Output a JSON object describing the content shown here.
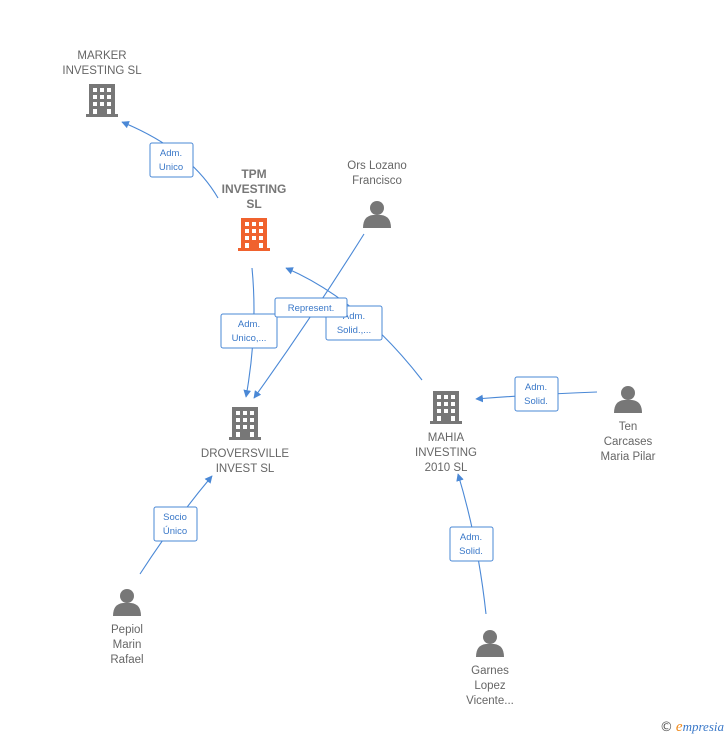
{
  "colors": {
    "edge": "#4a88d6",
    "company": "#777777",
    "company_main": "#f0622e",
    "person": "#777777"
  },
  "nodes": {
    "marker": {
      "type": "company",
      "lines": [
        "MARKER",
        "INVESTING  SL"
      ]
    },
    "tpm": {
      "type": "company-main",
      "lines": [
        "TPM",
        "INVESTING",
        "SL"
      ]
    },
    "ors": {
      "type": "person",
      "lines": [
        "Ors Lozano",
        "Francisco"
      ]
    },
    "droversville": {
      "type": "company",
      "lines": [
        "DROVERSVILLE",
        "INVEST  SL"
      ]
    },
    "mahia": {
      "type": "company",
      "lines": [
        "MAHIA",
        "INVESTING",
        "2010  SL"
      ]
    },
    "ten": {
      "type": "person",
      "lines": [
        "Ten",
        "Carcases",
        "Maria Pilar"
      ]
    },
    "pepiol": {
      "type": "person",
      "lines": [
        "Pepiol",
        "Marin",
        "Rafael"
      ]
    },
    "garnes": {
      "type": "person",
      "lines": [
        "Garnes",
        "Lopez",
        "Vicente..."
      ]
    }
  },
  "edges": {
    "tpm_marker": {
      "lines": [
        "Adm.",
        "Unico"
      ]
    },
    "tpm_drov": {
      "lines": [
        "Adm.",
        "Unico,..."
      ]
    },
    "ors_tpm": {
      "lines": [
        "Represent."
      ]
    },
    "mahia_ors": {
      "lines": [
        "Adm.",
        "Solid.,..."
      ]
    },
    "ten_mahia": {
      "lines": [
        "Adm.",
        "Solid."
      ]
    },
    "pepiol_drov": {
      "lines": [
        "Socio",
        "Único"
      ]
    },
    "garnes_mahia": {
      "lines": [
        "Adm.",
        "Solid."
      ]
    }
  },
  "brand": {
    "copyright": "©",
    "name_initial": "e",
    "name_rest": "mpresia"
  }
}
